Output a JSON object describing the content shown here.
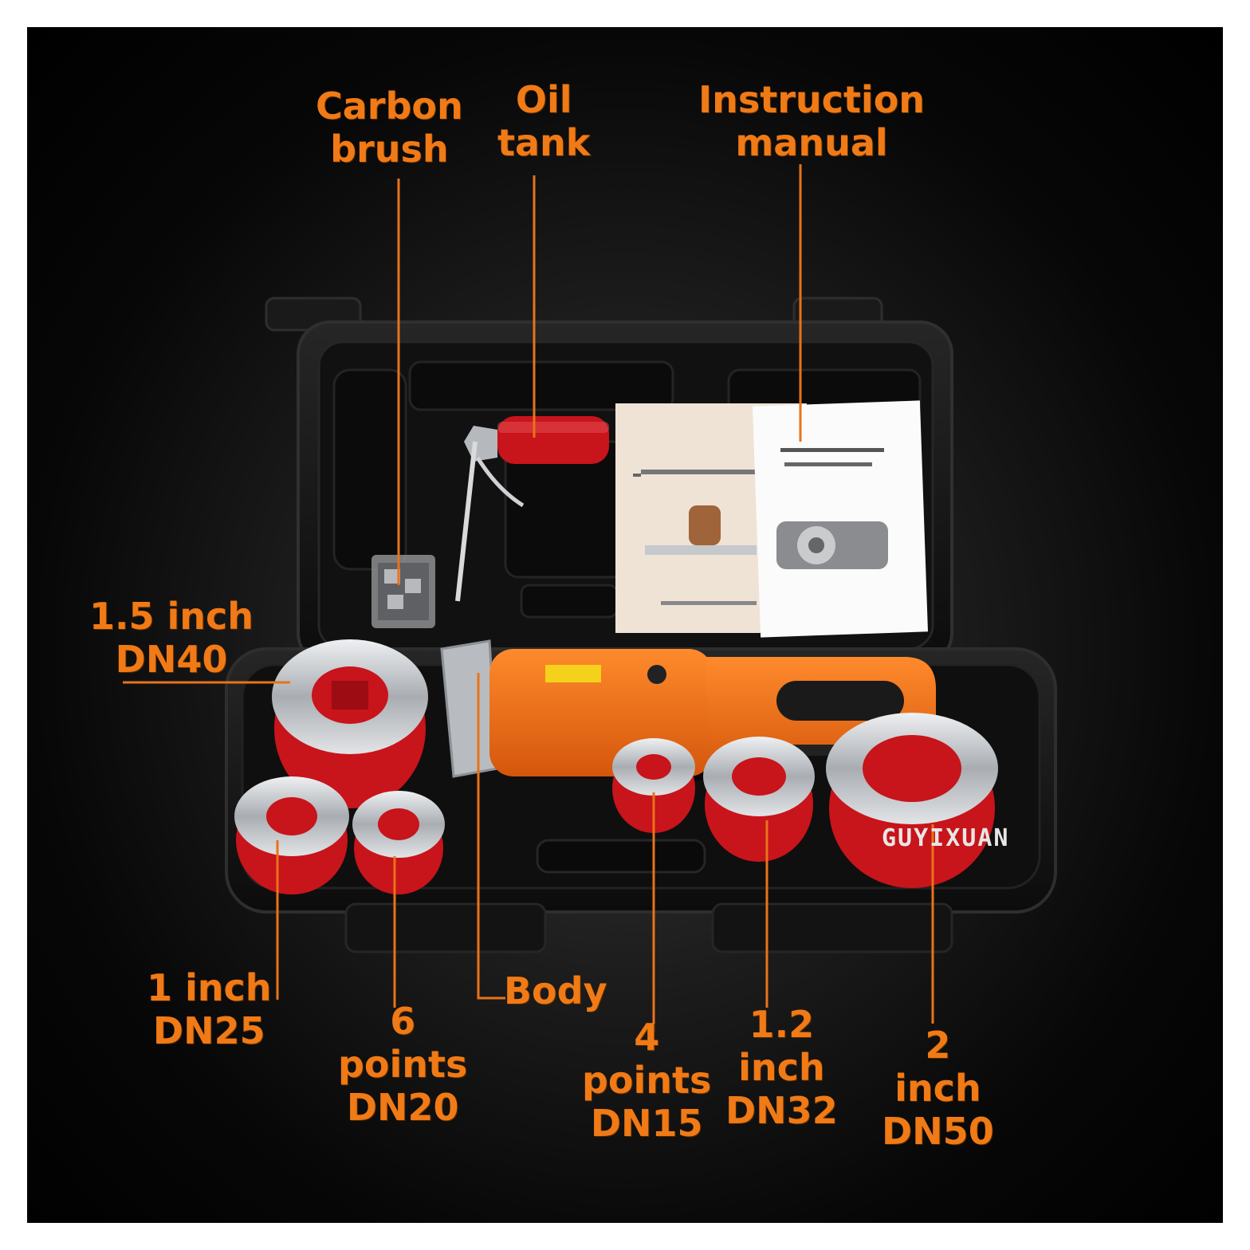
{
  "callouts": {
    "carbon_brush": [
      "Carbon",
      "brush"
    ],
    "oil_tank": [
      "Oil",
      "tank"
    ],
    "instruction_manual": [
      "Instruction",
      "manual"
    ],
    "die_dn40": [
      "1.5 inch",
      "DN40"
    ],
    "die_dn25": [
      "1 inch",
      "DN25"
    ],
    "die_dn20": [
      "6",
      "points",
      "DN20"
    ],
    "body": "Body",
    "die_dn15": [
      "4",
      "points",
      "DN15"
    ],
    "die_dn32": [
      "1.2",
      "inch",
      "DN32"
    ],
    "die_dn50": [
      "2",
      "inch",
      "DN50"
    ]
  },
  "watermark": "GUYIXUAN",
  "colors": {
    "callout": "#f07a16",
    "leader_line": "#e8731a",
    "case": "#151515",
    "tool_body": "#f2711c",
    "die_red": "#c8141b",
    "die_chrome": "#c9ccd0"
  }
}
